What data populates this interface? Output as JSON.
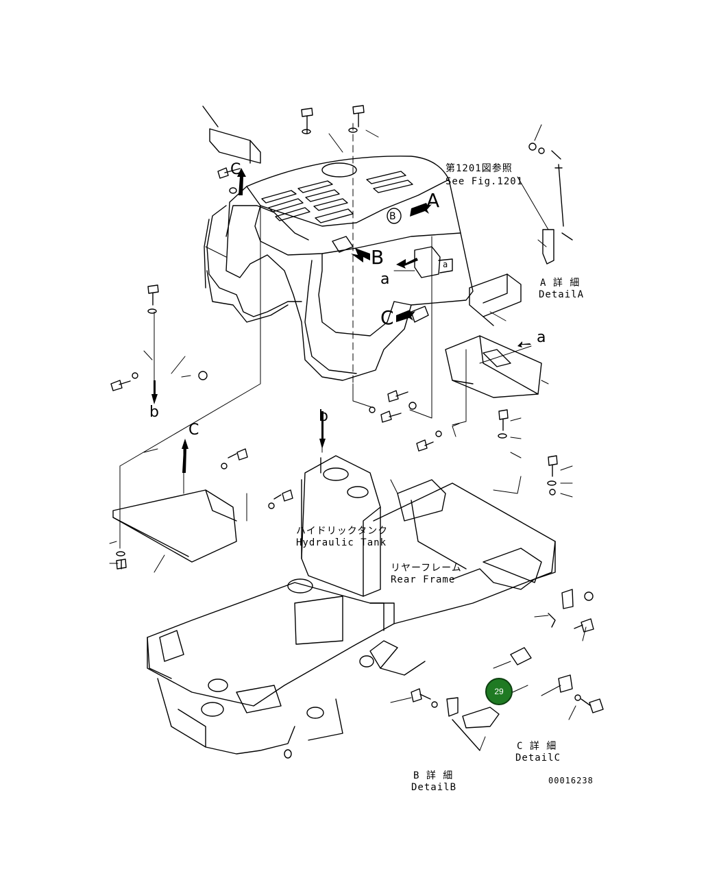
{
  "colors": {
    "line": "#000000",
    "background": "#ffffff",
    "callout_fill": "#1f7a23"
  },
  "labels": {
    "see_fig_jp": "第1201図参照",
    "see_fig_en": "See Fig.1201",
    "detail_a_jp": "A 詳 細",
    "detail_a_en": "DetailA",
    "detail_b_jp": "B 詳 細",
    "detail_b_en": "DetailB",
    "detail_c_jp": "C 詳 細",
    "detail_c_en": "DetailC",
    "hyd_tank_jp": "ハイドリックタンク",
    "hyd_tank_en": "Hydraulic Tank",
    "rear_frame_jp": "リヤーフレーム",
    "rear_frame_en": "Rear Frame",
    "drawing_number": "00016238"
  },
  "view_markers": {
    "A": "A",
    "B": "B",
    "B_hood": "B",
    "C_top": "C",
    "C_hood": "C",
    "C_cover": "C",
    "a_hood": "a",
    "a_cover": "a",
    "a_hood_right": "a",
    "b_left": "b",
    "b_tank": "b"
  },
  "callout": {
    "number": "29"
  }
}
